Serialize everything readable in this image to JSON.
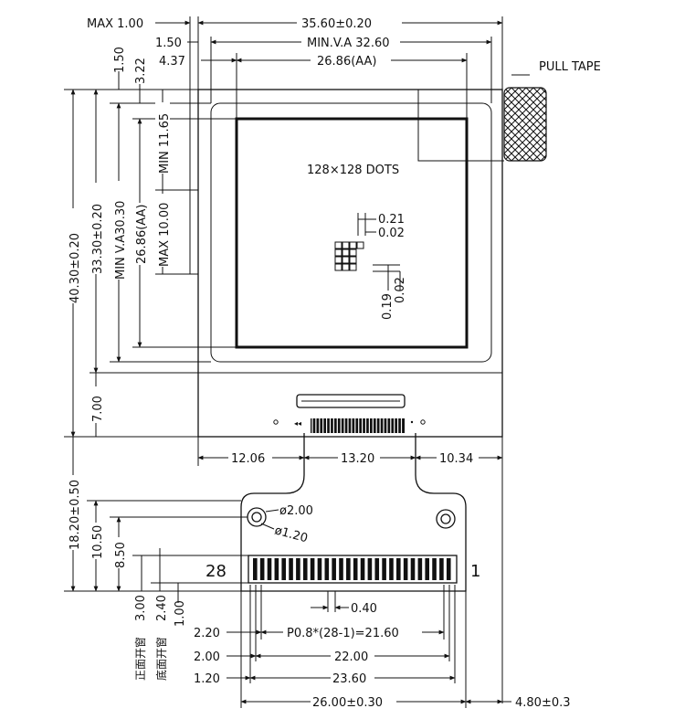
{
  "top_dims": {
    "max_thickness": "MAX 1.00",
    "overall_width": "35.60±0.20",
    "offset_min_va": "1.50",
    "min_va_width": "MIN.V.A 32.60",
    "offset_aa": "4.37",
    "aa_width": "26.86(AA)"
  },
  "pull_tape": "PULL TAPE",
  "display_text": "128×128 DOTS",
  "pixel_dims": {
    "dot_w": "0.21",
    "gap_w": "0.02",
    "dot_h": "0.19",
    "gap_h": "0.02"
  },
  "left_dims": {
    "overall_height": "40.30±0.20",
    "window_height": "33.30±0.20",
    "min_va_height": "MIN V.A30.30",
    "aa_height": "26.86(AA)",
    "top_offset_1": "1.50",
    "top_offset_2": "3.22",
    "min_offset": "MIN 11.65",
    "max_offset": "MAX 10.00",
    "ledge_height": "7.00"
  },
  "bottom_dims": {
    "fpc_left": "12.06",
    "fpc_width": "13.20",
    "fpc_right": "10.34"
  },
  "fpc": {
    "hole_dia": "ø2.00",
    "hole_inner": "ø1.20",
    "pin_first": "28",
    "pin_last": "1",
    "total_height": "18.20±0.50",
    "pad_height_1": "10.50",
    "pad_height_2": "8.50",
    "front_window_label": "正面开窗",
    "front_window_value": "3.00",
    "back_window_label": "底面开窗",
    "back_window_value": "2.40",
    "lead_offset": "1.00",
    "pin_width": "0.40",
    "row_2_20": "2.20",
    "pitch": "P0.8*(28-1)=21.60",
    "row_2_00": "2.00",
    "span_22": "22.00",
    "row_1_20": "1.20",
    "span_23": "23.60",
    "fpc_width": "26.00±0.30",
    "tail_offset": "4.80±0.3"
  }
}
